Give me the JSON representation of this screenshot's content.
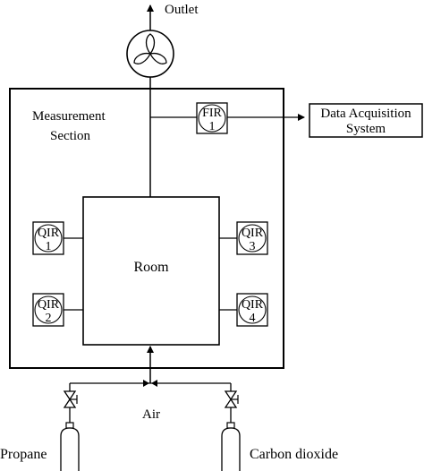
{
  "outlet_label": "Outlet",
  "measurement_section": {
    "line1": "Measurement",
    "line2": "Section"
  },
  "room_label": "Room",
  "data_acquisition": {
    "line1": "Data Acquisition",
    "line2": "System"
  },
  "sensors": {
    "fir1": {
      "type": "FIR",
      "num": "1"
    },
    "qir1": {
      "type": "QIR",
      "num": "1"
    },
    "qir2": {
      "type": "QIR",
      "num": "2"
    },
    "qir3": {
      "type": "QIR",
      "num": "3"
    },
    "qir4": {
      "type": "QIR",
      "num": "4"
    }
  },
  "air_label": "Air",
  "propane_label": "Propane",
  "co2_label": "Carbon dioxide"
}
